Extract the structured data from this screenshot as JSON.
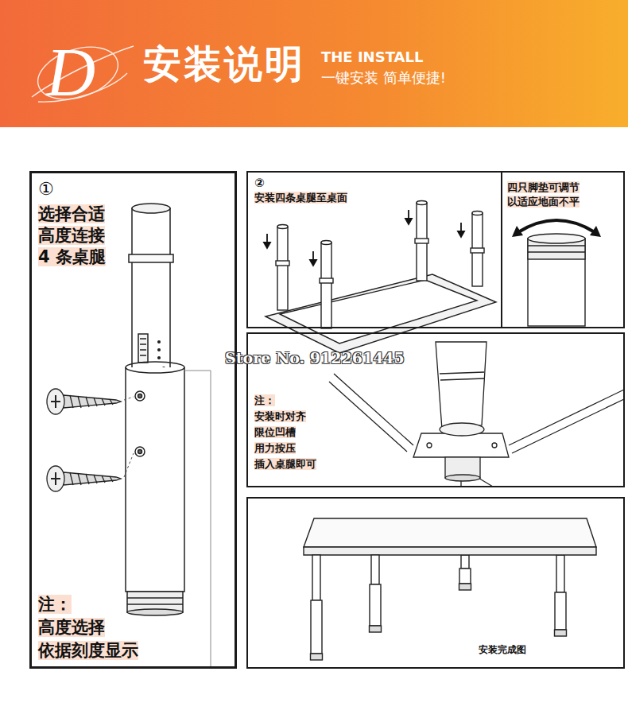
{
  "diagram": {
    "title": "安装说明",
    "nodes": [
      {
        "text": [
          "①",
          "选择合适 高度连接 4 条桌腿",
          "注： 高度选择 依据刻度显示"
        ]
      },
      {
        "text": [
          "②",
          "安装四条桌腿至桌面"
        ]
      },
      {
        "text": [
          "四只脚垫可调节 以适应地面不平"
        ]
      },
      {
        "text": [
          "注： 安装时对齐 限位凹槽 用力按压 插入桌腿即可"
        ]
      },
      {
        "text": [
          "安装完成图"
        ]
      }
    ],
    "labels": [
      "D",
      "THE INSTALL",
      "一键安装 简单便捷!",
      "Store No. 912261445"
    ]
  }
}
